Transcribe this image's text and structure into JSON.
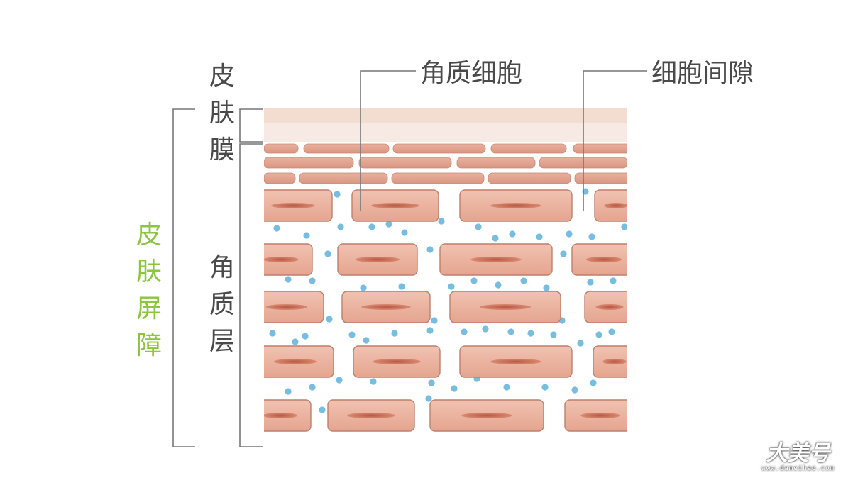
{
  "labels": {
    "skin_barrier": "皮\n肤\n屏\n障",
    "skin_film": "皮\n肤\n膜",
    "stratum_corneum": "角\n质\n层",
    "corneocyte": "角质细胞",
    "intercellular": "细胞间隙"
  },
  "watermark": {
    "text": "大美号",
    "sub": "www.dameihao.com"
  },
  "colors": {
    "barrier_label": "#8cc63f",
    "text": "#4a4a4a",
    "bracket": "#777777",
    "film_top": "#f2ddd0",
    "film_bottom": "#f7e9e3",
    "cell_fill": "#e8ad99",
    "cell_stroke": "#bf7f6c",
    "nucleus": "#c8654f",
    "lipid_dot": "#76bde0"
  }
}
